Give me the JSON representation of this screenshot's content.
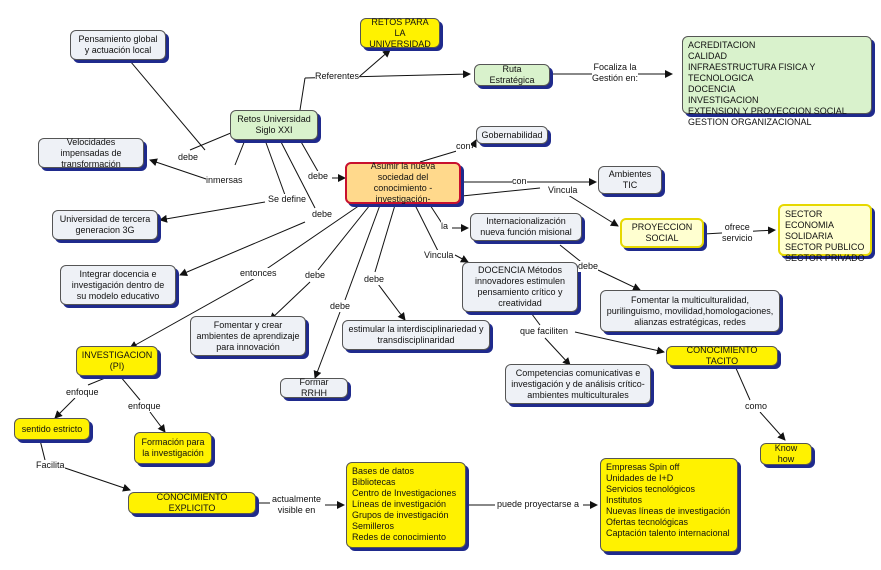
{
  "nodes": {
    "retos_universidad_top": "RETOS PARA LA UNIVERSIDAD",
    "pensamiento_global": "Pensamiento global y actuación local",
    "ruta_estrategica": "Ruta Estratégica",
    "acreditacion_list": "ACREDITACION\nCALIDAD\nINFRAESTRUCTURA FISICA Y TECNOLOGICA\nDOCENCIA\nINVESTIGACION\nEXTENSION Y PROYECCION SOCIAL\nGESTION ORGANIZACIONAL",
    "retos_siglo": "Retos Universidad Siglo XXI",
    "gobernabilidad": "Gobernabilidad",
    "velocidades": "Velocidades impensadas de transformación",
    "asumir": "Asumir la nueva sociedad del conocimiento -investigación-",
    "ambientes_tic": "Ambientes TIC",
    "universidad_3g": "Universidad de tercera generacion 3G",
    "internacionalizacion": "Internacionalización nueva función misional",
    "proyeccion_social": "PROYECCION SOCIAL",
    "sectores": "SECTOR ECONOMIA SOLIDARIA\nSECTOR PUBLICO\nSECTOR PRIVADO",
    "integrar_docencia": "Integrar docencia e investigación dentro de su modelo educativo",
    "docencia": "DOCENCIA Métodos innovadores estimulen pensamiento crítico y creatividad",
    "fomentar_multi": "Fomentar la multiculturalidad, purilinguismo, movilidad,homologaciones, alianzas estratégicas, redes",
    "fomentar_crear": "Fomentar y crear ambientes de aprendizaje para innovación",
    "interdisciplinariedad": "estimular la interdisciplinariedad y transdisciplinaridad",
    "investigacion_pi": "INVESTIGACION (PI)",
    "conocimiento_tacito": "CONOCIMIENTO TACITO",
    "formar_rrhh": "Formar RRHH",
    "competencias": "Competencias comunicativas e investigación y de análisis crítico-ambientes multiculturales",
    "sentido_estricto": "sentido estricto",
    "formacion_inv": "Formación para la investigación",
    "know_how": "Know how",
    "conocimiento_explicito": "CONOCIMIENTO EXPLICITO",
    "bases_datos": "Bases de datos\nBibliotecas\nCentro de Investigaciones\nLíneas de investigación\nGrupos de investigación\nSemilleros\nRedes de conocimiento",
    "empresas": "Empresas Spin off\nUnidades de I+D\nServicios tecnológicos\nInstitutos\nNuevas líneas de investigación\nOfertas tecnológicas\nCaptación talento internacional"
  },
  "links": {
    "referentes": "Referentes",
    "focaliza": "Focaliza la\nGestión en:",
    "debe_1": "debe",
    "inmersas": "inmersas",
    "se_define": "Se define",
    "debe_2": "debe",
    "debe_3": "debe",
    "con_1": "con",
    "con_2": "con",
    "vincula_1": "Vincula",
    "la": "la",
    "ofrece_servicio": "ofrece\nservicio",
    "entonces": "entonces",
    "debe_4": "debe",
    "vincula_2": "Vincula",
    "debe_5": "debe",
    "debe_6": "debe",
    "debe_7": "debe",
    "que_faciliten": "que faciliten",
    "enfoque_1": "enfoque",
    "enfoque_2": "enfoque",
    "como": "como",
    "facilita": "Facilita",
    "actualmente": "actualmente\nvisible en",
    "puede_proyectarse": "puede proyectarse a"
  }
}
